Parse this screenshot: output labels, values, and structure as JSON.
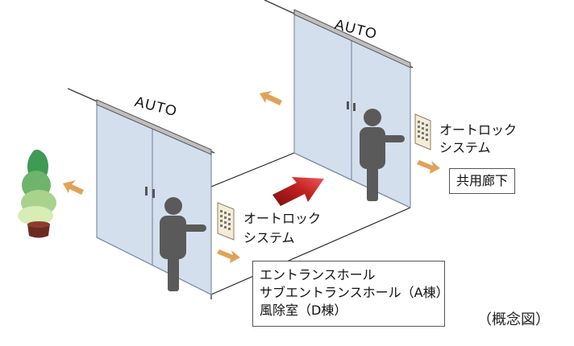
{
  "door_front": {
    "label": "AUTO"
  },
  "door_back": {
    "label": "AUTO"
  },
  "autolock_front": {
    "line1": "オートロック",
    "line2": "システム"
  },
  "autolock_back": {
    "line1": "オートロック",
    "line2": "システム"
  },
  "corridor_label": "共用廊下",
  "hall_box": {
    "line1": "エントランスホール",
    "line2": "サブエントランスホール（A棟）",
    "line3": "風除室（D棟）"
  },
  "concept_note": "（概念図）",
  "colors": {
    "glass": "#cdd9ea",
    "glass_edge": "#7f8ea6",
    "person": "#5a5a5a",
    "arrow": "#e0a25a",
    "main_arrow_dark": "#7a1010",
    "main_arrow_light": "#e03a3a",
    "tree_light": "#cfe6a8",
    "tree_dark": "#3f9a55",
    "pot": "#6b2a22"
  },
  "icons": [
    "person-icon",
    "keypad-icon",
    "tree-icon",
    "arrow-icon"
  ]
}
